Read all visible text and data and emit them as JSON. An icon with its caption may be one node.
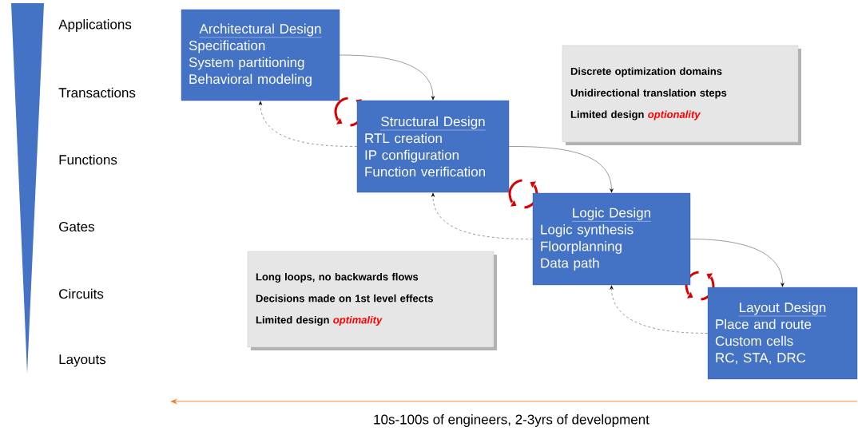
{
  "diagram": {
    "nodes": [
      {
        "text": [
          "Architectural Design",
          "Specification",
          "System partitioning",
          "Behavioral modeling"
        ]
      },
      {
        "text": [
          "Structural Design",
          "RTL creation",
          "IP configuration",
          "Function verification"
        ]
      },
      {
        "text": [
          "Logic Design",
          "Logic synthesis",
          "Floorplanning",
          "Data path"
        ]
      },
      {
        "text": [
          "Layout Design",
          "Place and route",
          "Custom cells",
          "RC, STA, DRC"
        ]
      },
      {
        "text": [
          "Discrete optimization domains",
          "Unidirectional translation steps",
          "Limited design *optionality*"
        ]
      },
      {
        "text": [
          "Long loops, no backwards flows",
          "Decisions made on 1st level effects",
          "Limited design *optimality*"
        ]
      }
    ],
    "edges": [
      {
        "from": 0,
        "to": 1,
        "arrow": "to"
      },
      {
        "from": 1,
        "to": 0,
        "arrow": "to",
        "style": "dashed"
      },
      {
        "from": 1,
        "to": 2,
        "arrow": "to"
      },
      {
        "from": 2,
        "to": 1,
        "arrow": "to",
        "style": "dashed"
      },
      {
        "from": 2,
        "to": 3,
        "arrow": "to"
      },
      {
        "from": 3,
        "to": 2,
        "arrow": "to",
        "style": "dashed"
      }
    ],
    "labels": [
      "Applications",
      "Transactions",
      "Functions",
      "Gates",
      "Circuits",
      "Layouts",
      "10s-100s of engineers, 2-3yrs of development"
    ]
  }
}
